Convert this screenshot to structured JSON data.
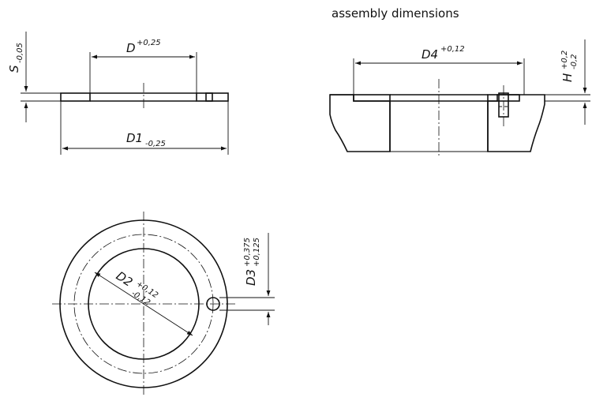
{
  "title": "assembly dimensions",
  "labels": {
    "S": "S",
    "S_tol": "-0,05",
    "D": "D",
    "D_tol": "+0,25",
    "D1": "D1",
    "D1_tol": "-0,25",
    "D4": "D4",
    "D4_tol": "+0,12",
    "H": "H",
    "H_tol_upper": "+0,2",
    "H_tol_lower": "-0,2",
    "D2": "D2",
    "D2_tol_upper": "+0,12",
    "D2_tol_lower": "-0,12",
    "D3": "D3",
    "D3_tol_upper": "+0,375",
    "D3_tol_lower": "+0,125"
  }
}
